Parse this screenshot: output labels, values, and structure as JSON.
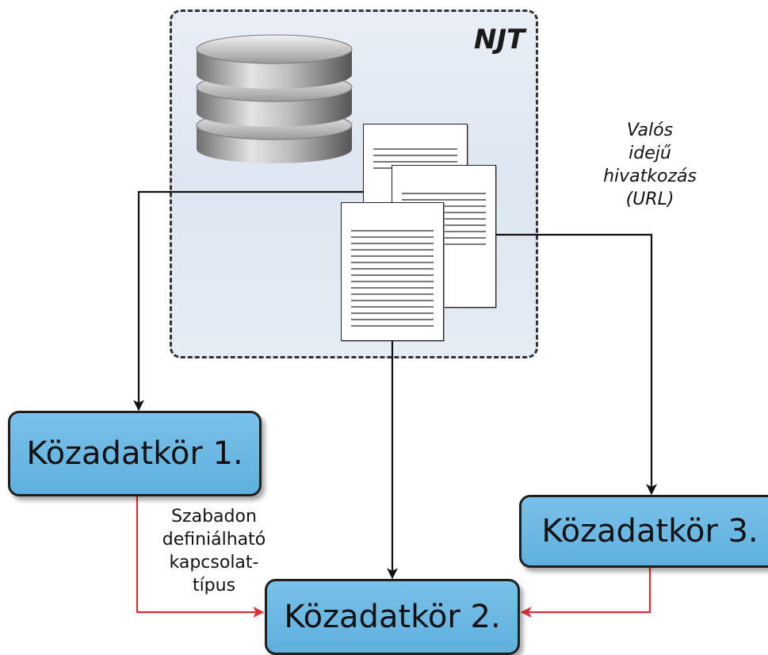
{
  "container": {
    "label": "NJT"
  },
  "nodes": {
    "n1": "Közadatkör 1.",
    "n2": "Közadatkör 2.",
    "n3": "Közadatkör 3."
  },
  "annotations": {
    "url": [
      "Valós",
      "idejű",
      "hivatkozás",
      "(URL)"
    ],
    "relation": [
      "Szabadon",
      "definiálható",
      "kapcsolat-",
      "típus"
    ]
  },
  "colors": {
    "node_fill": "#6bb8e4",
    "arrow_black": "#111111",
    "arrow_red": "#d9303a"
  }
}
